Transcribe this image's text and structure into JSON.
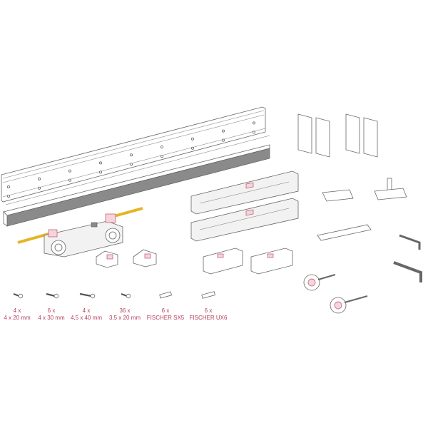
{
  "colors": {
    "label": "#b4405e",
    "rod": "#e6b422",
    "accent_pink": "#c0506a"
  },
  "hardware": [
    {
      "qty": "4 x",
      "size": "4 x 20 mm",
      "icon": "screw-icon"
    },
    {
      "qty": "6 x",
      "size": "4 x 30 mm",
      "icon": "screw-icon"
    },
    {
      "qty": "4 x",
      "size": "4,5 x 40 mm",
      "icon": "screw-icon"
    },
    {
      "qty": "36 x",
      "size": "3,5 x 20 mm",
      "icon": "screw-icon"
    },
    {
      "qty": "6 x",
      "size": "FISCHER SX5",
      "icon": "wall-plug-icon"
    },
    {
      "qty": "6 x",
      "size": "FISCHER UX6",
      "icon": "wall-plug-icon"
    }
  ]
}
